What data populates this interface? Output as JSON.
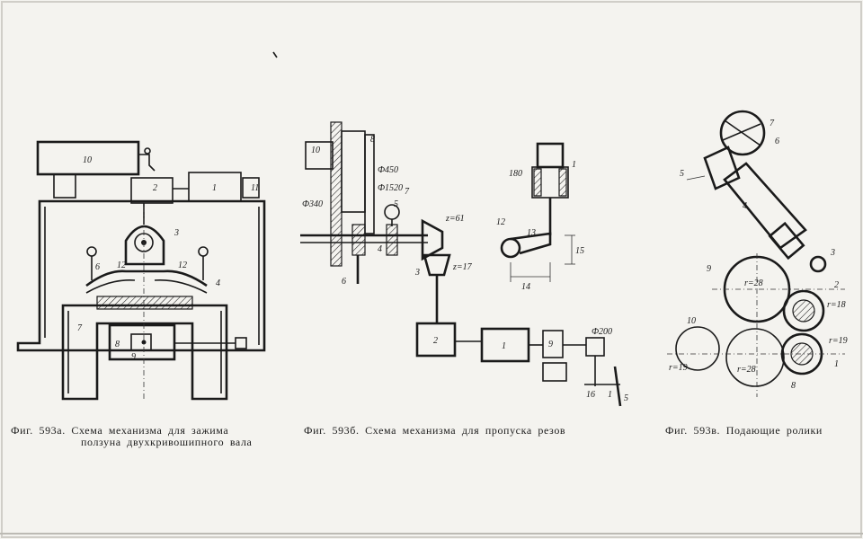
{
  "figures": {
    "a": {
      "caption_lines": [
        "Фиг. 593а. Схема механизма для зажима",
        "ползуна двухкривошипного вала"
      ],
      "labels": [
        "10",
        "2",
        "1",
        "11",
        "3",
        "6",
        "12",
        "12",
        "4",
        "7",
        "8",
        "9"
      ]
    },
    "b": {
      "caption": "Фиг. 593б. Схема механизма для пропуска резов",
      "labels": [
        "10",
        "8",
        "Ф450",
        "Ф1520",
        "7",
        "6",
        "4",
        "5",
        "Ф340",
        "z=61",
        "z=17",
        "3",
        "2",
        "1",
        "9",
        "Ф200",
        "16",
        "1",
        "5",
        "180",
        "1",
        "12",
        "13",
        "14",
        "15"
      ]
    },
    "c": {
      "caption": "Фиг. 593в. Подающие ролики",
      "labels": [
        "7",
        "6",
        "5",
        "4",
        "3",
        "r=28",
        "2",
        "r=18",
        "9",
        "r=19",
        "10",
        "r=19",
        "r=28",
        "1",
        "8"
      ]
    }
  }
}
